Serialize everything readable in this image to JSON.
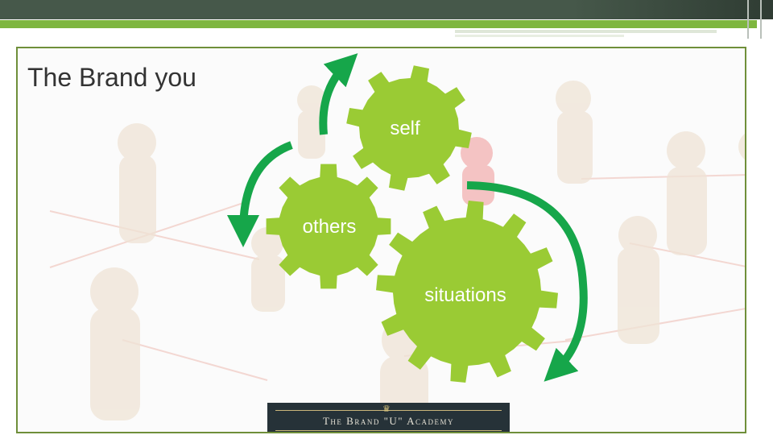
{
  "slide": {
    "title": "The Brand you",
    "gears": {
      "self": "self",
      "others": "others",
      "situations": "situations"
    },
    "logo_text": "The Brand \"U\" Academy"
  },
  "colors": {
    "gear_fill": "#9acb34",
    "arrow": "#16a64a",
    "frame_border": "#6f8f3a",
    "top_bar": "#46584a",
    "accent_stripe": "#7eb63f"
  },
  "icons": [
    "crown-icon",
    "gear-icon",
    "cycle-arrow-icon"
  ]
}
